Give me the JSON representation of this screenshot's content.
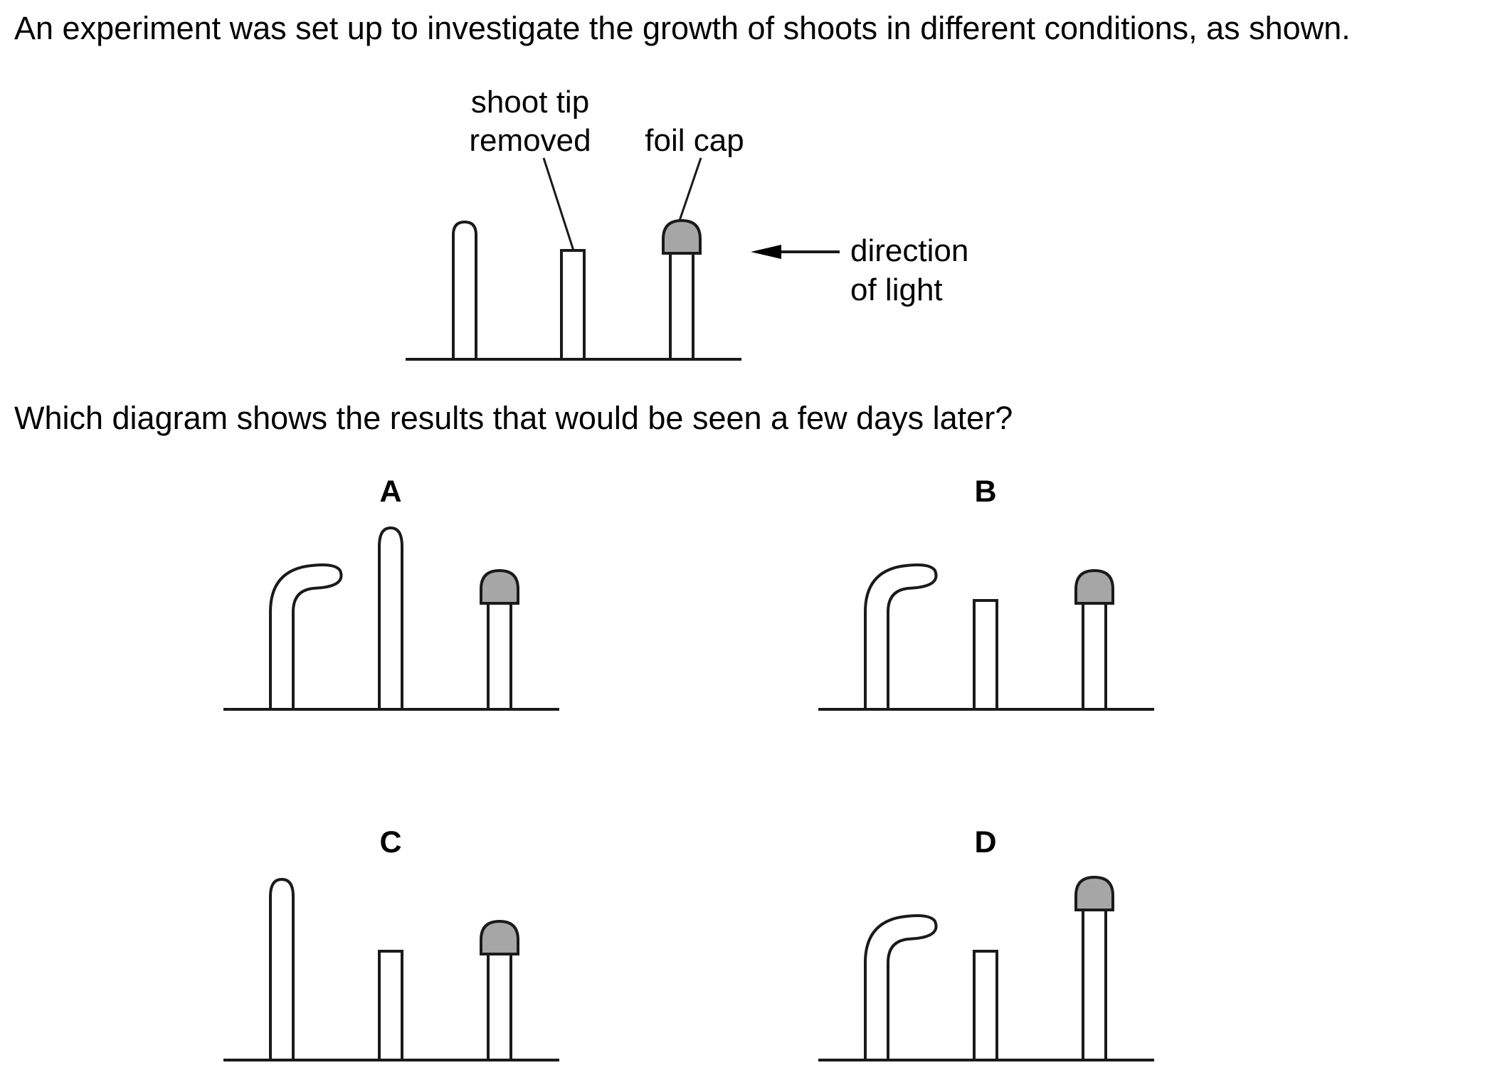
{
  "question": {
    "intro": "An experiment was set up to investigate the growth of shoots in different conditions, as shown.",
    "prompt": "Which diagram shows the results that would be seen a few days later?"
  },
  "setup_diagram": {
    "labels": {
      "tip_removed_line1": "shoot tip",
      "tip_removed_line2": "removed",
      "foil_cap": "foil cap",
      "light_line1": "direction",
      "light_line2": "of light"
    }
  },
  "options": [
    {
      "letter": "A"
    },
    {
      "letter": "B"
    },
    {
      "letter": "C"
    },
    {
      "letter": "D"
    }
  ],
  "colors": {
    "foil_cap": "#a6a6a6",
    "outline": "#1a1a1a"
  }
}
